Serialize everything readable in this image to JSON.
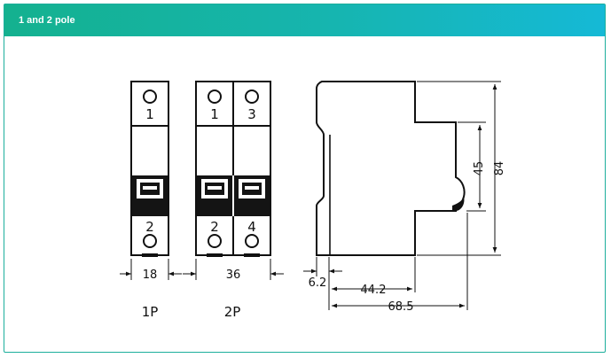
{
  "header": {
    "title": "1 and 2 pole"
  },
  "breaker_1p": {
    "top_terminal": "1",
    "bottom_terminal": "2",
    "width_dim": "18",
    "caption": "1P"
  },
  "breaker_2p": {
    "top_terminals": [
      "1",
      "3"
    ],
    "bottom_terminals": [
      "2",
      "4"
    ],
    "width_dim": "36",
    "caption": "2P"
  },
  "side_view": {
    "dim_total_height": "84",
    "dim_inner_height": "45",
    "dim_offset": "6.2",
    "dim_depth_front": "44.2",
    "dim_depth_total": "68.5"
  },
  "colors": {
    "accent_start": "#14b18f",
    "accent_end": "#15b9d6",
    "line": "#111111"
  }
}
